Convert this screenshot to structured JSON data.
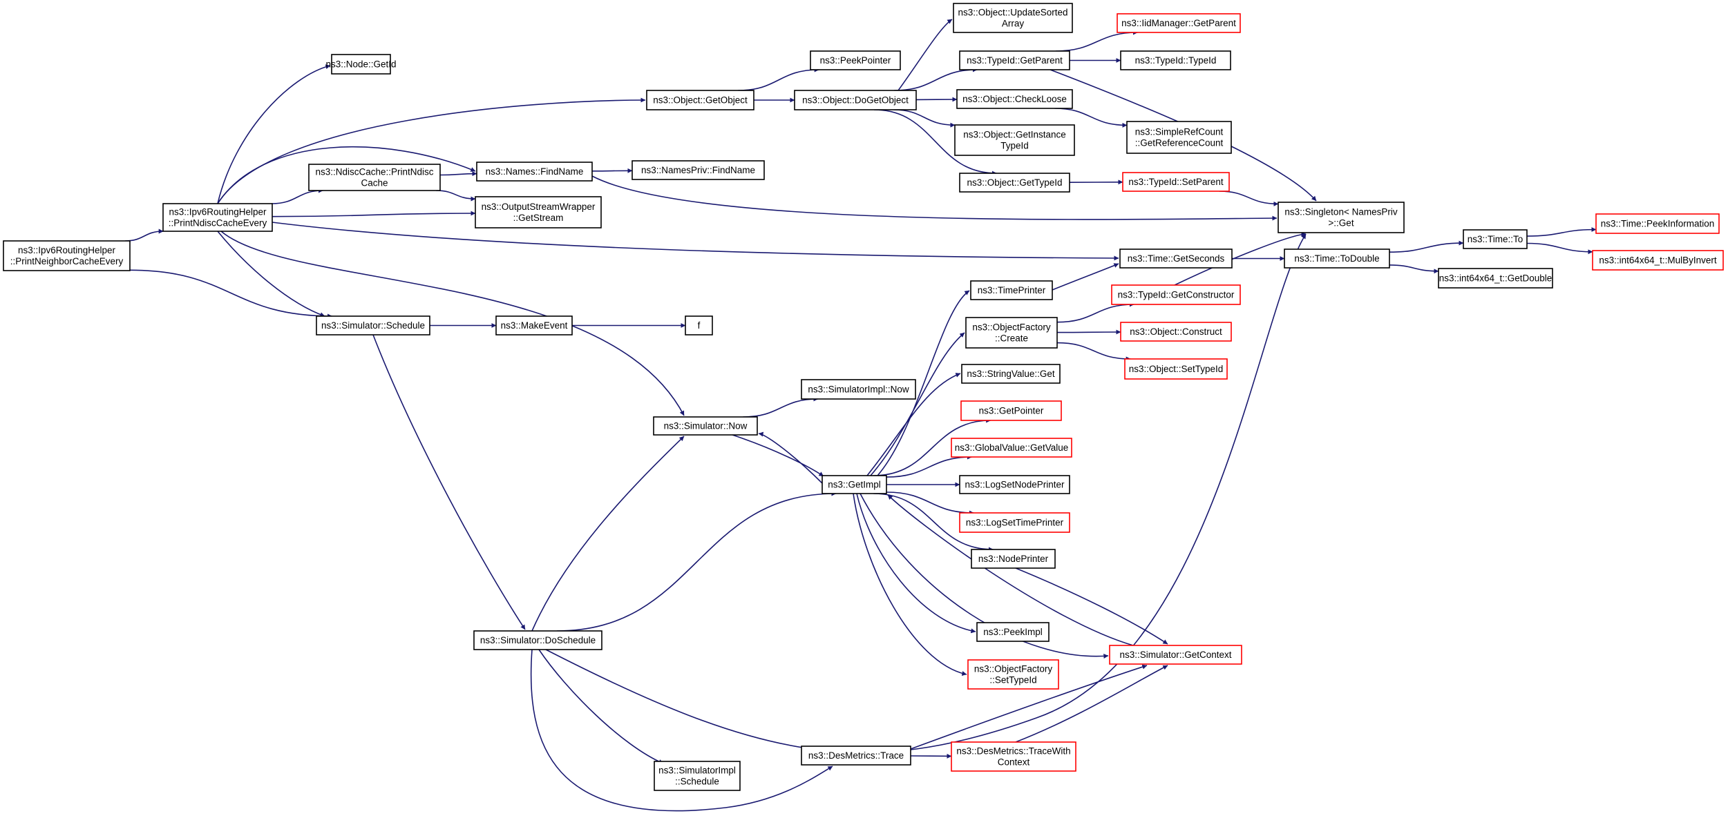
{
  "diagram": {
    "type": "call-graph",
    "colors": {
      "edge": "#191970",
      "root_fill": "#bfbfbf",
      "normal_border": "#000000",
      "truncated_border": "#ff0000"
    },
    "nodes": [
      {
        "id": "root",
        "lines": [
          "ns3::Ipv6RoutingHelper",
          "::PrintNeighborCacheEvery"
        ],
        "style": "root"
      },
      {
        "id": "pnce",
        "lines": [
          "ns3::Ipv6RoutingHelper",
          "::PrintNdiscCacheEvery"
        ],
        "style": "normal"
      },
      {
        "id": "nodegetid",
        "lines": [
          "ns3::Node::GetId"
        ],
        "style": "normal"
      },
      {
        "id": "ndiscprint",
        "lines": [
          "ns3::NdiscCache::PrintNdisc",
          "Cache"
        ],
        "style": "normal"
      },
      {
        "id": "schedule",
        "lines": [
          "ns3::Simulator::Schedule"
        ],
        "style": "normal"
      },
      {
        "id": "getobject",
        "lines": [
          "ns3::Object::GetObject"
        ],
        "style": "normal"
      },
      {
        "id": "findname",
        "lines": [
          "ns3::Names::FindName"
        ],
        "style": "normal"
      },
      {
        "id": "getstream",
        "lines": [
          "ns3::OutputStreamWrapper",
          "::GetStream"
        ],
        "style": "normal"
      },
      {
        "id": "makeevent",
        "lines": [
          "ns3::MakeEvent"
        ],
        "style": "normal"
      },
      {
        "id": "f",
        "lines": [
          "f"
        ],
        "style": "normal"
      },
      {
        "id": "simnow",
        "lines": [
          "ns3::Simulator::Now"
        ],
        "style": "normal"
      },
      {
        "id": "doschedule",
        "lines": [
          "ns3::Simulator::DoSchedule"
        ],
        "style": "normal"
      },
      {
        "id": "peekpointer",
        "lines": [
          "ns3::PeekPointer"
        ],
        "style": "normal"
      },
      {
        "id": "dogetobject",
        "lines": [
          "ns3::Object::DoGetObject"
        ],
        "style": "normal"
      },
      {
        "id": "npfindname",
        "lines": [
          "ns3::NamesPriv::FindName"
        ],
        "style": "normal"
      },
      {
        "id": "simimplnow",
        "lines": [
          "ns3::SimulatorImpl::Now"
        ],
        "style": "normal"
      },
      {
        "id": "getimpl",
        "lines": [
          "ns3::GetImpl"
        ],
        "style": "normal"
      },
      {
        "id": "simimplsched",
        "lines": [
          "ns3::SimulatorImpl",
          "::Schedule"
        ],
        "style": "normal"
      },
      {
        "id": "destrace",
        "lines": [
          "ns3::DesMetrics::Trace"
        ],
        "style": "normal"
      },
      {
        "id": "updatesorted",
        "lines": [
          "ns3::Object::UpdateSorted",
          "Array"
        ],
        "style": "normal"
      },
      {
        "id": "tgetparent",
        "lines": [
          "ns3::TypeId::GetParent"
        ],
        "style": "normal"
      },
      {
        "id": "checkloose",
        "lines": [
          "ns3::Object::CheckLoose"
        ],
        "style": "normal"
      },
      {
        "id": "getinsttid",
        "lines": [
          "ns3::Object::GetInstance",
          "TypeId"
        ],
        "style": "normal"
      },
      {
        "id": "ogettypeid",
        "lines": [
          "ns3::Object::GetTypeId"
        ],
        "style": "normal"
      },
      {
        "id": "timeprinter",
        "lines": [
          "ns3::TimePrinter"
        ],
        "style": "normal"
      },
      {
        "id": "ofcreate",
        "lines": [
          "ns3::ObjectFactory",
          "::Create"
        ],
        "style": "normal"
      },
      {
        "id": "svget",
        "lines": [
          "ns3::StringValue::Get"
        ],
        "style": "normal"
      },
      {
        "id": "getpointer",
        "lines": [
          "ns3::GetPointer"
        ],
        "style": "truncated"
      },
      {
        "id": "gvgetvalue",
        "lines": [
          "ns3::GlobalValue::GetValue"
        ],
        "style": "truncated"
      },
      {
        "id": "logsetnode",
        "lines": [
          "ns3::LogSetNodePrinter"
        ],
        "style": "normal"
      },
      {
        "id": "logsettime",
        "lines": [
          "ns3::LogSetTimePrinter"
        ],
        "style": "truncated"
      },
      {
        "id": "nodeprinter",
        "lines": [
          "ns3::NodePrinter"
        ],
        "style": "normal"
      },
      {
        "id": "peekimpl",
        "lines": [
          "ns3::PeekImpl"
        ],
        "style": "normal"
      },
      {
        "id": "ofsettid",
        "lines": [
          "ns3::ObjectFactory",
          "::SetTypeId"
        ],
        "style": "truncated"
      },
      {
        "id": "destracewc",
        "lines": [
          "ns3::DesMetrics::TraceWith",
          "Context"
        ],
        "style": "truncated"
      },
      {
        "id": "iidgetparent",
        "lines": [
          "ns3::IidManager::GetParent"
        ],
        "style": "truncated"
      },
      {
        "id": "typeidctor",
        "lines": [
          "ns3::TypeId::TypeId"
        ],
        "style": "normal"
      },
      {
        "id": "getrefcount",
        "lines": [
          "ns3::SimpleRefCount",
          "::GetReferenceCount"
        ],
        "style": "normal"
      },
      {
        "id": "tsetparent",
        "lines": [
          "ns3::TypeId::SetParent"
        ],
        "style": "truncated"
      },
      {
        "id": "singletonget",
        "lines": [
          "ns3::Singleton< NamesPriv",
          " >::Get"
        ],
        "style": "normal"
      },
      {
        "id": "timegetsec",
        "lines": [
          "ns3::Time::GetSeconds"
        ],
        "style": "normal"
      },
      {
        "id": "getctor",
        "lines": [
          "ns3::TypeId::GetConstructor"
        ],
        "style": "truncated"
      },
      {
        "id": "objconstruct",
        "lines": [
          "ns3::Object::Construct"
        ],
        "style": "truncated"
      },
      {
        "id": "objsettid",
        "lines": [
          "ns3::Object::SetTypeId"
        ],
        "style": "truncated"
      },
      {
        "id": "simgetctx",
        "lines": [
          "ns3::Simulator::GetContext"
        ],
        "style": "truncated"
      },
      {
        "id": "timetodouble",
        "lines": [
          "ns3::Time::ToDouble"
        ],
        "style": "normal"
      },
      {
        "id": "timeto",
        "lines": [
          "ns3::Time::To"
        ],
        "style": "normal"
      },
      {
        "id": "int64getdouble",
        "lines": [
          "ns3::int64x64_t::GetDouble"
        ],
        "style": "normal"
      },
      {
        "id": "peekinfo",
        "lines": [
          "ns3::Time::PeekInformation"
        ],
        "style": "truncated"
      },
      {
        "id": "mulbyinvert",
        "lines": [
          "ns3::int64x64_t::MulByInvert"
        ],
        "style": "truncated"
      }
    ],
    "edges": [
      [
        "root",
        "pnce"
      ],
      [
        "root",
        "schedule"
      ],
      [
        "pnce",
        "nodegetid"
      ],
      [
        "pnce",
        "getobject"
      ],
      [
        "pnce",
        "findname"
      ],
      [
        "pnce",
        "ndiscprint"
      ],
      [
        "pnce",
        "getstream"
      ],
      [
        "pnce",
        "schedule"
      ],
      [
        "pnce",
        "simnow"
      ],
      [
        "pnce",
        "timegetsec"
      ],
      [
        "ndiscprint",
        "findname"
      ],
      [
        "ndiscprint",
        "getstream"
      ],
      [
        "getobject",
        "peekpointer"
      ],
      [
        "getobject",
        "dogetobject"
      ],
      [
        "dogetobject",
        "updatesorted"
      ],
      [
        "dogetobject",
        "tgetparent"
      ],
      [
        "dogetobject",
        "checkloose"
      ],
      [
        "dogetobject",
        "getinsttid"
      ],
      [
        "dogetobject",
        "ogettypeid"
      ],
      [
        "tgetparent",
        "iidgetparent"
      ],
      [
        "tgetparent",
        "typeidctor"
      ],
      [
        "tgetparent",
        "singletonget"
      ],
      [
        "checkloose",
        "getrefcount"
      ],
      [
        "ogettypeid",
        "tsetparent"
      ],
      [
        "tsetparent",
        "singletonget"
      ],
      [
        "findname",
        "npfindname"
      ],
      [
        "findname",
        "singletonget"
      ],
      [
        "schedule",
        "makeevent"
      ],
      [
        "schedule",
        "doschedule"
      ],
      [
        "makeevent",
        "f"
      ],
      [
        "simnow",
        "simimplnow"
      ],
      [
        "simnow",
        "getimpl"
      ],
      [
        "doschedule",
        "simnow"
      ],
      [
        "doschedule",
        "getimpl"
      ],
      [
        "doschedule",
        "simimplsched"
      ],
      [
        "doschedule",
        "destrace"
      ],
      [
        "doschedule",
        "singletonget"
      ],
      [
        "getimpl",
        "simnow"
      ],
      [
        "getimpl",
        "timeprinter"
      ],
      [
        "getimpl",
        "ofcreate"
      ],
      [
        "getimpl",
        "svget"
      ],
      [
        "getimpl",
        "getpointer"
      ],
      [
        "getimpl",
        "gvgetvalue"
      ],
      [
        "getimpl",
        "logsetnode"
      ],
      [
        "getimpl",
        "logsettime"
      ],
      [
        "getimpl",
        "nodeprinter"
      ],
      [
        "getimpl",
        "peekimpl"
      ],
      [
        "getimpl",
        "ofsettid"
      ],
      [
        "getimpl",
        "simgetctx"
      ],
      [
        "timeprinter",
        "timegetsec"
      ],
      [
        "ofcreate",
        "getctor"
      ],
      [
        "ofcreate",
        "objconstruct"
      ],
      [
        "ofcreate",
        "objsettid"
      ],
      [
        "getctor",
        "singletonget"
      ],
      [
        "nodeprinter",
        "simgetctx"
      ],
      [
        "simgetctx",
        "getimpl"
      ],
      [
        "destrace",
        "destracewc"
      ],
      [
        "destrace",
        "simgetctx"
      ],
      [
        "destracewc",
        "simgetctx"
      ],
      [
        "timegetsec",
        "timetodouble"
      ],
      [
        "timetodouble",
        "timeto"
      ],
      [
        "timetodouble",
        "int64getdouble"
      ],
      [
        "timeto",
        "peekinfo"
      ],
      [
        "timeto",
        "mulbyinvert"
      ]
    ]
  }
}
